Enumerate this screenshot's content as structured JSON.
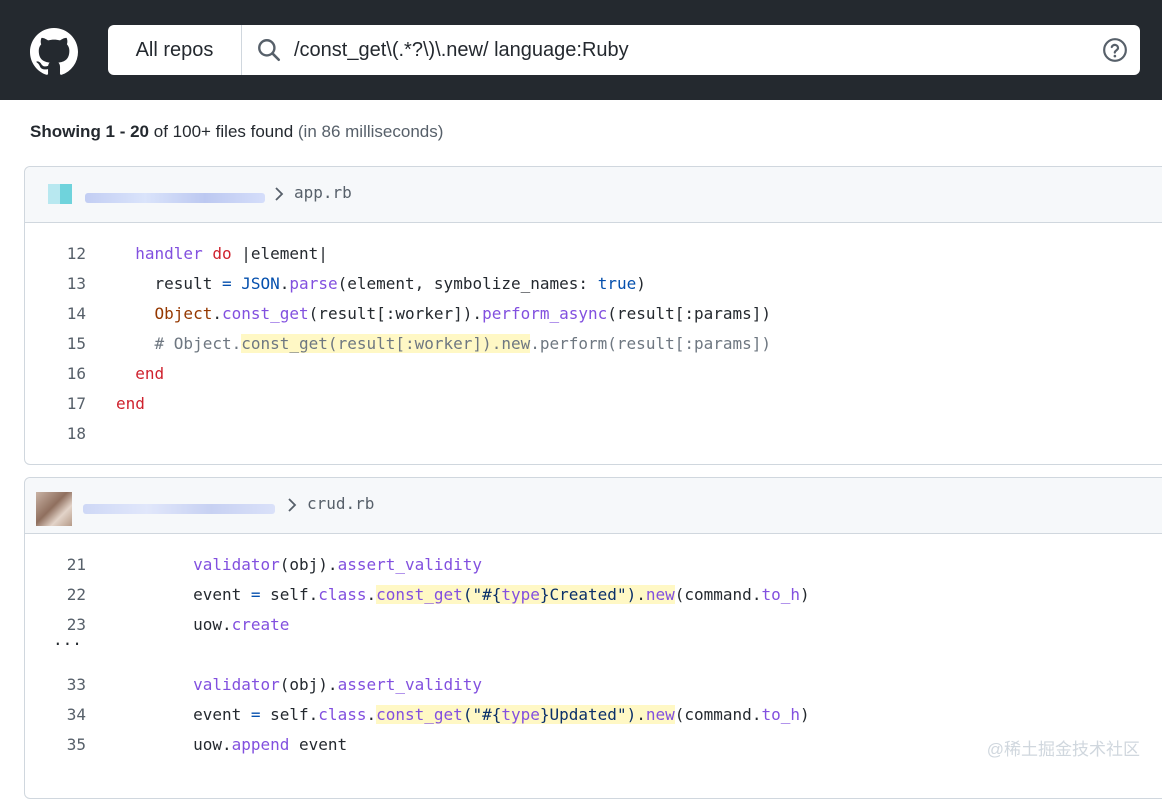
{
  "header": {
    "scope_label": "All repos",
    "query": "/const_get\\(.*?\\)\\.new/ language:Ruby"
  },
  "summary": {
    "lead": "Showing 1 - 20",
    "mid": " of 100+ files found ",
    "time": "(in 86 milliseconds)"
  },
  "results": [
    {
      "filename": "app.rb",
      "lines": [
        {
          "num": "12",
          "tokens": [
            [
              "",
              "  "
            ],
            [
              "p",
              "handler"
            ],
            [
              "",
              " "
            ],
            [
              "k",
              "do"
            ],
            [
              "",
              " |element|"
            ]
          ]
        },
        {
          "num": "13",
          "tokens": [
            [
              "",
              "    result "
            ],
            [
              "b",
              "="
            ],
            [
              "",
              " "
            ],
            [
              "b",
              "JSON"
            ],
            [
              "",
              "."
            ],
            [
              "p",
              "parse"
            ],
            [
              "",
              "(element, symbolize_names: "
            ],
            [
              "b",
              "true"
            ],
            [
              "",
              ")"
            ]
          ]
        },
        {
          "num": "14",
          "tokens": [
            [
              "",
              "    "
            ],
            [
              "o",
              "Object"
            ],
            [
              "",
              "."
            ],
            [
              "p",
              "const_get"
            ],
            [
              "",
              "(result[:worker])."
            ],
            [
              "p",
              "perform_async"
            ],
            [
              "",
              "(result[:params])"
            ]
          ]
        },
        {
          "num": "15",
          "tokens": [
            [
              "c",
              "    # Object."
            ],
            [
              "c hl",
              "const_get(result[:worker]).new"
            ],
            [
              "c",
              ".perform(result[:params])"
            ]
          ]
        },
        {
          "num": "16",
          "tokens": [
            [
              "",
              "  "
            ],
            [
              "k",
              "end"
            ]
          ]
        },
        {
          "num": "17",
          "tokens": [
            [
              "k",
              "end"
            ]
          ]
        },
        {
          "num": "18",
          "tokens": [
            [
              "",
              ""
            ]
          ]
        }
      ]
    },
    {
      "filename": "crud.rb",
      "lines": [
        {
          "num": "21",
          "tokens": [
            [
              "",
              "        "
            ],
            [
              "p",
              "validator"
            ],
            [
              "",
              "(obj)."
            ],
            [
              "p",
              "assert_validity"
            ]
          ]
        },
        {
          "num": "22",
          "tokens": [
            [
              "",
              "        event "
            ],
            [
              "b",
              "="
            ],
            [
              "",
              " self."
            ],
            [
              "p",
              "class"
            ],
            [
              "",
              "."
            ],
            [
              "p hl",
              "const_get"
            ],
            [
              "hl s",
              "(\"#{"
            ],
            [
              "hl p",
              "type"
            ],
            [
              "hl s",
              "}Created\")"
            ],
            [
              "hl",
              "."
            ],
            [
              "p hl",
              "new"
            ],
            [
              "",
              "(command."
            ],
            [
              "p",
              "to_h"
            ],
            [
              "",
              ")"
            ]
          ]
        },
        {
          "num": "23",
          "tokens": [
            [
              "",
              "        uow."
            ],
            [
              "p",
              "create"
            ]
          ]
        },
        {
          "num": "",
          "tokens": [
            [
              "",
              "..."
            ]
          ]
        },
        {
          "num": "33",
          "tokens": [
            [
              "",
              "        "
            ],
            [
              "p",
              "validator"
            ],
            [
              "",
              "(obj)."
            ],
            [
              "p",
              "assert_validity"
            ]
          ]
        },
        {
          "num": "34",
          "tokens": [
            [
              "",
              "        event "
            ],
            [
              "b",
              "="
            ],
            [
              "",
              " self."
            ],
            [
              "p",
              "class"
            ],
            [
              "",
              "."
            ],
            [
              "p hl",
              "const_get"
            ],
            [
              "hl s",
              "(\"#{"
            ],
            [
              "hl p",
              "type"
            ],
            [
              "hl s",
              "}Updated\")"
            ],
            [
              "hl",
              "."
            ],
            [
              "p hl",
              "new"
            ],
            [
              "",
              "(command."
            ],
            [
              "p",
              "to_h"
            ],
            [
              "",
              ")"
            ]
          ]
        },
        {
          "num": "35",
          "tokens": [
            [
              "",
              "        uow."
            ],
            [
              "p",
              "append"
            ],
            [
              "",
              " event"
            ]
          ]
        }
      ]
    }
  ],
  "watermark": "@稀土掘金技术社区",
  "icons": {
    "logo": "github-logo-icon",
    "search": "search-icon",
    "help": "help-circle-icon",
    "chevron": "chevron-right-icon"
  }
}
